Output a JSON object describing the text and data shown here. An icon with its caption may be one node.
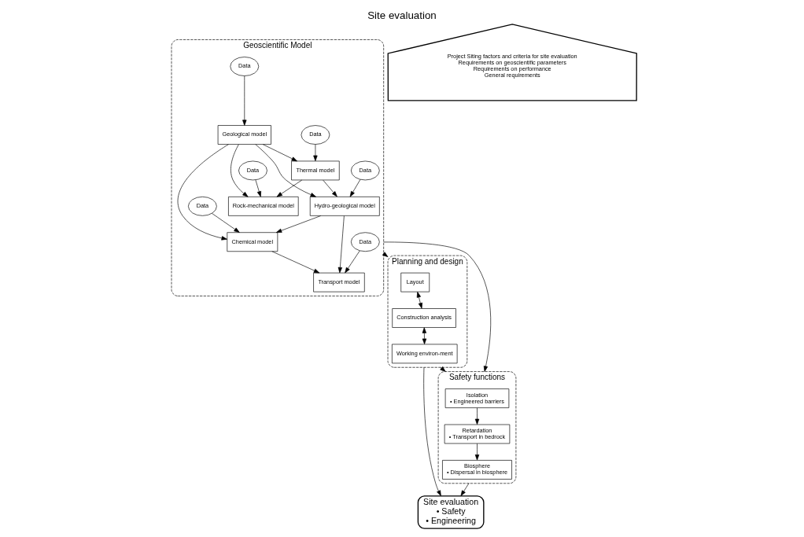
{
  "diagram": {
    "title": "Site evaluation",
    "nodes": [
      {
        "text": [
          "Geoscientific Model"
        ]
      },
      {
        "text": [
          "Data"
        ],
        "in": 0
      },
      {
        "text": [
          "Geological model"
        ],
        "in": 0
      },
      {
        "text": [
          "Data"
        ],
        "in": 0
      },
      {
        "text": [
          "Data"
        ],
        "in": 0
      },
      {
        "text": [
          "Data"
        ],
        "in": 0
      },
      {
        "text": [
          "Data"
        ],
        "in": 0
      },
      {
        "text": [
          "Rock-mechanical model"
        ],
        "in": 0
      },
      {
        "text": [
          "Thermal model"
        ],
        "in": 0
      },
      {
        "text": [
          "Hydro-geological model"
        ],
        "in": 0
      },
      {
        "text": [
          "Chemical model"
        ],
        "in": 0
      },
      {
        "text": [
          "Transport model"
        ],
        "in": 0
      },
      {
        "text": [
          "Data"
        ],
        "in": 0
      },
      {
        "text": [
          "Planning and design"
        ]
      },
      {
        "text": [
          "Layout"
        ],
        "in": 13
      },
      {
        "text": [
          "Construction analysis"
        ],
        "in": 13
      },
      {
        "text": [
          "Working environ-ment"
        ],
        "in": 13
      },
      {
        "text": [
          "Safety functions"
        ]
      },
      {
        "text": [
          "Isolation",
          "• Engineered barriers"
        ],
        "in": 17
      },
      {
        "text": [
          "Retardation",
          "• Transport in bedrock"
        ],
        "in": 17
      },
      {
        "text": [
          "Biosphere",
          "• Dispersal in biosphere"
        ],
        "in": 17
      },
      {
        "text": [
          "Site evaluation",
          "• Safety",
          "• Engineering"
        ]
      },
      {
        "text": [
          "Project Siting factors and criteria for site evaluation",
          "Requirements on geoscientific parameters",
          "Requirements on performance",
          "General requirements"
        ]
      }
    ],
    "edges": [
      {
        "from": 1,
        "to": 2,
        "arrow": "to"
      },
      {
        "from": 2,
        "to": 7,
        "arrow": "to"
      },
      {
        "from": 2,
        "to": 8,
        "arrow": "to"
      },
      {
        "from": 2,
        "to": 9,
        "arrow": "to"
      },
      {
        "from": 2,
        "to": 10,
        "arrow": "to"
      },
      {
        "from": 3,
        "to": 7,
        "arrow": "to"
      },
      {
        "from": 4,
        "to": 8,
        "arrow": "to"
      },
      {
        "from": 5,
        "to": 9,
        "arrow": "to"
      },
      {
        "from": 6,
        "to": 10,
        "arrow": "to"
      },
      {
        "from": 8,
        "to": 7,
        "arrow": "to"
      },
      {
        "from": 8,
        "to": 9,
        "arrow": "to"
      },
      {
        "from": 9,
        "to": 10,
        "arrow": "to"
      },
      {
        "from": 9,
        "to": 11,
        "arrow": "to"
      },
      {
        "from": 10,
        "to": 11,
        "arrow": "to"
      },
      {
        "from": 12,
        "to": 11,
        "arrow": "to"
      },
      {
        "from": 0,
        "to": 13,
        "arrow": "to"
      },
      {
        "from": 0,
        "to": 17,
        "arrow": "to"
      },
      {
        "from": 14,
        "to": 15,
        "arrow": "both"
      },
      {
        "from": 15,
        "to": 16,
        "arrow": "both"
      },
      {
        "from": 13,
        "to": 17,
        "arrow": "to"
      },
      {
        "from": 18,
        "to": 19,
        "arrow": "to"
      },
      {
        "from": 19,
        "to": 20,
        "arrow": "to"
      },
      {
        "from": 13,
        "to": 21,
        "arrow": "to"
      },
      {
        "from": 17,
        "to": 21,
        "arrow": "to"
      }
    ]
  }
}
